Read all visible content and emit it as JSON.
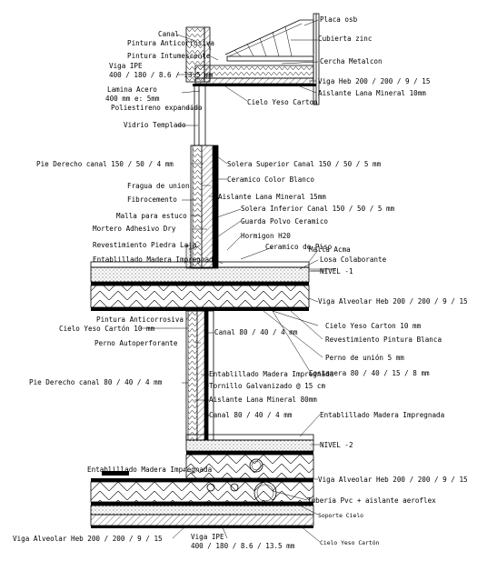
{
  "labels": {
    "placa_osb": "Placa osb",
    "canal": "Canal",
    "cubierta_zinc": "Cubierta zinc",
    "pintura_anticorrosiva_1": "Pintura Anticorrosiva",
    "pintura_intumescente": "Pintura Intumescente",
    "cercha_metalcon": "Cercha Metalcon",
    "viga_ipe_top_1": "Viga IPE",
    "viga_ipe_top_2": "400 / 180 / 8.6 / 13.5 mm",
    "viga_heb_top": "Viga Heb 200 / 200 / 9 / 15",
    "aislante_lana_mineral_10": "Aislante Lana Mineral 10mm",
    "lamina_acero_1": "Lamina Acero",
    "lamina_acero_2": "400 mm e: 5mm",
    "cielo_yeso_carton_1": "Cielo Yeso Carton",
    "poliestireno": "Poliestireno expandido",
    "vidrio_templado": "Vidrio Templado",
    "pie_derecho_150": "Pie Derecho canal 150 / 50 / 4 mm",
    "solera_superior": "Solera Superior Canal 150 / 50 / 5 mm",
    "fragua_union": "Fragua de union",
    "ceramico_color_blanco": "Ceramico Color Blanco",
    "fibrocemento": "Fibrocemento",
    "aislante_lana_mineral_15": "Aislante Lana Mineral 15mm",
    "malla_estuco": "Malla para estuco",
    "solera_inferior": "Solera Inferior Canal 150 / 50 / 5 mm",
    "mortero_adhesivo": "Mortero Adhesivo Dry",
    "guarda_polvo": "Guarda Polvo Ceramico",
    "hormigon_h20": "Hormigon H20",
    "revestimiento_piedra": "Revestimiento Piedra Laja",
    "ceramico_piso": "Ceramico de Piso",
    "malla_acma": "Malla Acma",
    "entablillado_1": "Entablillado Madera Impregnada",
    "losa_colaborante": "Losa Colaborante",
    "nivel_1": "NIVEL -1",
    "viga_alveolar_1": "Viga Alveolar Heb 200 / 200 / 9 / 15",
    "pintura_anticorrosiva_2": "Pintura Anticorrosiva",
    "cielo_yeso_carton_2": "Cielo Yeso Carton 10 mm",
    "cielo_yeso_carton_3": "Cielo Yeso Cartón 10 mm",
    "canal_80_1": "Canal 80 / 40 / 4 mm",
    "perno_autoperforante": "Perno Autoperforante",
    "revestimiento_pintura": "Revestimiento Pintura Blanca",
    "perno_union": "Perno de unión 5 mm",
    "pie_derecho_80": "Pie Derecho canal 80 / 40 / 4 mm",
    "entablillado_2": "Entablillado Madera Impregnada",
    "costanera": "Costanera 80 / 40 / 15 / 8 mm",
    "tornillo": "Tornillo Galvanizado @ 15 cm",
    "aislante_lana_mineral_80": "Aislante Lana Mineral 80mm",
    "canal_80_2": "Canal 80 / 40 / 4 mm",
    "entablillado_3": "Entablillado Madera Impregnada",
    "nivel_2": "NIVEL -2",
    "entablillado_4": "Entablillado Madera Impregnada",
    "viga_alveolar_2": "Viga Alveolar Heb 200 / 200 / 9 / 15",
    "tuberia_pvc": "Tuberia Pvc + aislante aeroflex",
    "soporte_cielo": "Soporte Cielo",
    "viga_alveolar_3": "Viga Alveolar Heb 200 / 200 / 9 / 15",
    "viga_ipe_bottom_1": "Viga IPE",
    "viga_ipe_bottom_2": "400 / 180 / 8.6 / 13.5 mm",
    "cielo_yeso_carton_4": "Cielo Yeso Cartón"
  }
}
